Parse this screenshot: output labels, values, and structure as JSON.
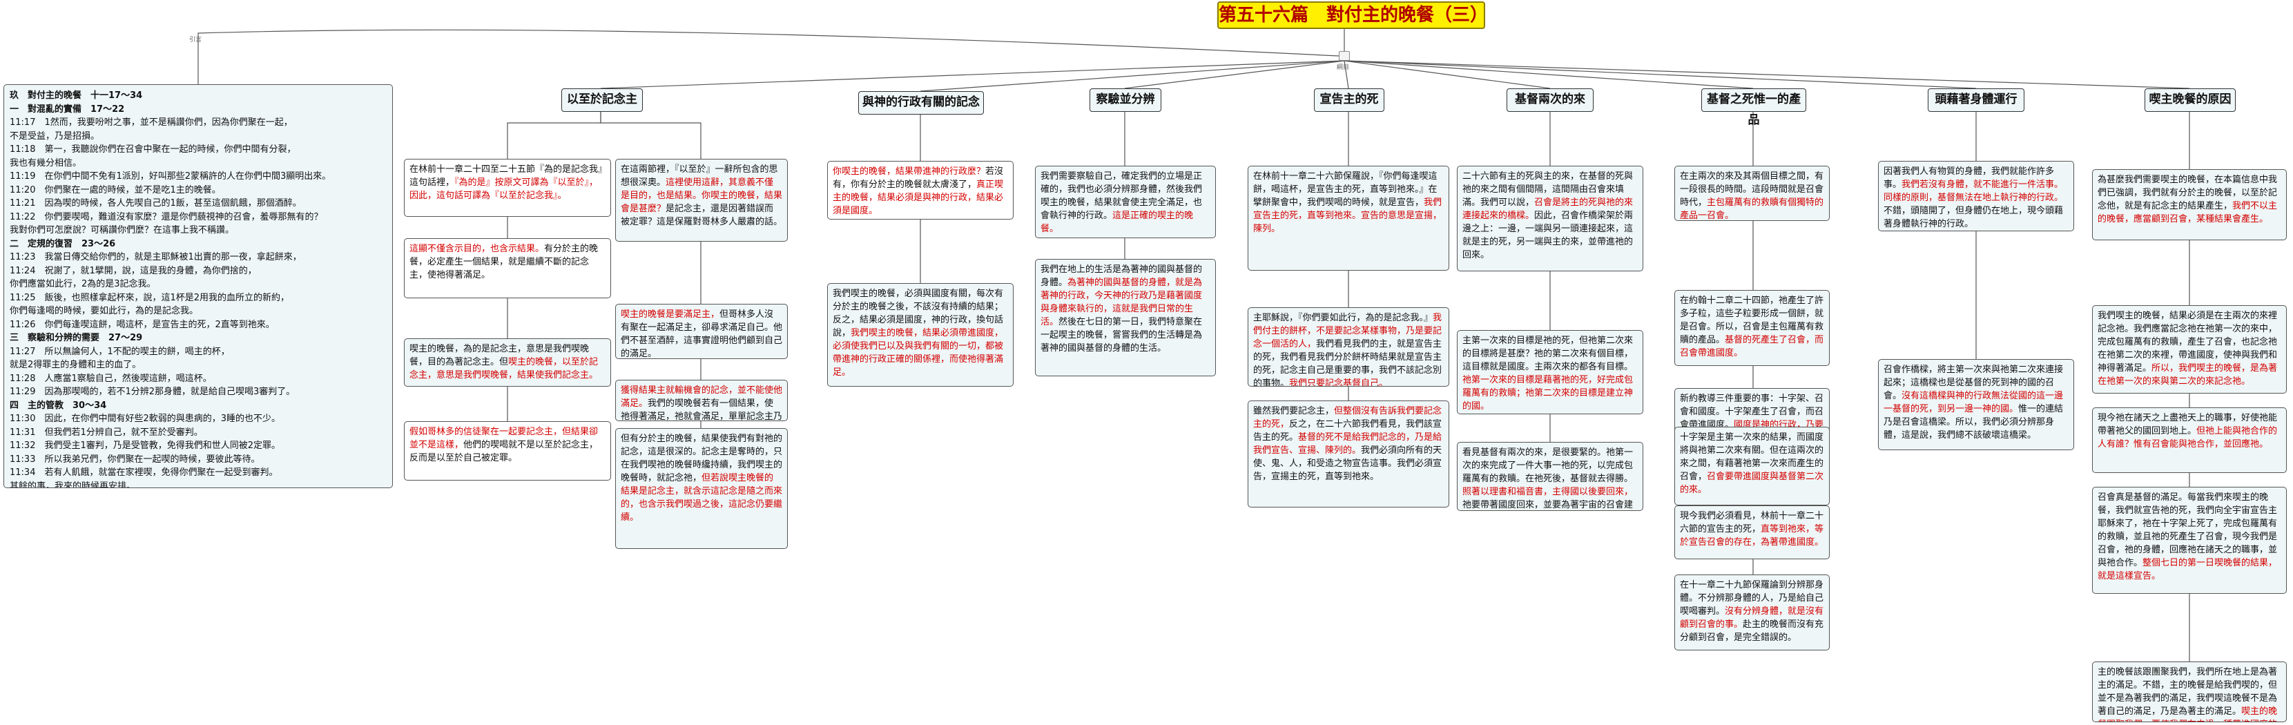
{
  "title": "第五十六篇　對付主的晚餐（三）",
  "hub_label": "綱目",
  "left_label": "引言",
  "outline": [
    {
      "text": "玖　對付主的晚餐　十一17～34",
      "h": true
    },
    {
      "text": "一　對混亂的實備　17～22",
      "h": true
    },
    {
      "text": "11:17　1然而，我要吩咐之事，並不是稱讚你們，因為你們聚在一起，",
      "h": false
    },
    {
      "text": "不是受益，乃是招損。",
      "h": false
    },
    {
      "text": "11:18　第一，我聽說你們在召會中聚在一起的時候，你們中間有分裂，",
      "h": false
    },
    {
      "text": "我也有幾分相信。",
      "h": false
    },
    {
      "text": "11:19　在你們中間不免有1派別，好叫那些2蒙稱許的人在你們中間3顯明出來。",
      "h": false
    },
    {
      "text": "11:20　你們聚在一處的時候，並不是吃1主的晚餐。",
      "h": false
    },
    {
      "text": "11:21　因為喫的時候，各人先喫自己的1飯，甚至這個飢餓，那個酒醉。",
      "h": false
    },
    {
      "text": "11:22　你們要喫喝，難道沒有家麼？還是你們藐視神的召會，羞辱那無有的？",
      "h": false
    },
    {
      "text": "我對你們可怎麼說？可稱讚你們麼？在這事上我不稱讚。",
      "h": false
    },
    {
      "text": "二　定規的復習　23～26",
      "h": true
    },
    {
      "text": "11:23　我當日傳交給你們的，就是主耶穌被1出賣的那一夜，拿起餅來，",
      "h": false
    },
    {
      "text": "11:24　祝謝了，就1擘開，說，這是我的身體，為你們捨的，",
      "h": false
    },
    {
      "text": "你們應當如此行，2為的是3記念我。",
      "h": false
    },
    {
      "text": "11:25　飯後，也照樣拿起杯來，說，這1杯是2用我的血所立的新約，",
      "h": false
    },
    {
      "text": "你們每逢喝的時候，要如此行，為的是記念我。",
      "h": false
    },
    {
      "text": "11:26　你們每逢喫這餅，喝這杯，是宣告主的死，2直等到祂來。",
      "h": false
    },
    {
      "text": "三　察驗和分辨的需要　27～29",
      "h": true
    },
    {
      "text": "11:27　所以無論何人，1不配的喫主的餅，喝主的杯，",
      "h": false
    },
    {
      "text": "就是2得罪主的身體和主的血了。",
      "h": false
    },
    {
      "text": "11:28　人應當1察驗自己，然後喫這餅，喝這杯。",
      "h": false
    },
    {
      "text": "11:29　因為那喫喝的，若不1分辨2那身體，就是給自己喫喝3審判了。",
      "h": false
    },
    {
      "text": "四　主的管教　30～34",
      "h": true
    },
    {
      "text": "11:30　因此，在你們中間有好些2軟弱的與患病的，3睡的也不少。",
      "h": false
    },
    {
      "text": "11:31　但我們若1分辨自己，就不至於受審判。",
      "h": false
    },
    {
      "text": "11:32　我們受主1審判，乃是受管教，免得我們和世人同被2定罪。",
      "h": false
    },
    {
      "text": "11:33　所以我弟兄們，你們聚在一起喫的時候，要彼此等待。",
      "h": false
    },
    {
      "text": "11:34　若有人飢餓，就當在家裡喫，免得你們聚在一起受到審判。",
      "h": false
    },
    {
      "text": "其餘的事，我來的時候再安排。",
      "h": false
    }
  ],
  "topics": [
    {
      "id": "t1",
      "label": "以至於記念主"
    },
    {
      "id": "t2",
      "label": "與神的行政有關的記念"
    },
    {
      "id": "t3",
      "label": "察驗並分辨"
    },
    {
      "id": "t4",
      "label": "宣告主的死"
    },
    {
      "id": "t5",
      "label": "基督兩次的來"
    },
    {
      "id": "t6",
      "label": "基督之死惟一的產品"
    },
    {
      "id": "t7",
      "label": "頭藉著身體運行"
    },
    {
      "id": "t8",
      "label": "喫主晚餐的原因"
    }
  ],
  "boxes": {
    "t1a": [
      {
        "t": "在林前十一章二十四至二十五節『為的是記念我』這句話裡，",
        "r": false
      },
      {
        "t": "『為的是』按原文可譯為『以至於』，因此，這句話可譯為『以至於記念我』。",
        "r": true
      }
    ],
    "t1b": [
      {
        "t": "這顯不僅含示目的，也含示結果。",
        "r": true
      },
      {
        "t": "有分於主的晚餐，必定產生一個結果，就是繼續不斷的記念主，使祂得著滿足。",
        "r": false
      }
    ],
    "t1c": [
      {
        "t": "喫主的晚餐，為的是記念主，意思是我們喫晚餐，目的為著記念主。但",
        "r": false
      },
      {
        "t": "喫主的晚餐，以至於記念主，意思是我們喫晚餐，結果使我們記念主。",
        "r": true
      }
    ],
    "t1d": [
      {
        "t": "假如哥林多的信徒聚在一起要記念主，但結果卻並不是這樣，",
        "r": true
      },
      {
        "t": "他們的喫喝就不是以至於記念主，反而是以至於自己被定罪。",
        "r": false
      }
    ],
    "t1e": [
      {
        "t": "在這兩節裡，『以至於』一辭所包含的思想很深奧。",
        "r": false
      },
      {
        "t": "這裡使用這辭，其意義不僅是目的，也是結果。你喫主的晚餐，結果會是甚麼？",
        "r": true
      },
      {
        "t": "是記念主，還是因著錯誤而被定罪？這是保羅對哥林多人嚴肅的話。",
        "r": false
      }
    ],
    "t1f": [
      {
        "t": "喫主的晚餐是要滿足主，",
        "r": true
      },
      {
        "t": "但哥林多人沒有聚在一起滿足主，卻尋求滿足自己。他們不甚至酒醉，這事實證明他們顧到自己的滿足。",
        "r": false
      }
    ],
    "t1g": [
      {
        "t": "獲得結果主就輸機會的記念，並不能使他滿足。",
        "r": true
      },
      {
        "t": "我們的喫晚餐若有一個結果，使祂得著滿足，祂就會滿足，單單記念主乃是膚淺的。",
        "r": false
      }
    ],
    "t1h": [
      {
        "t": "但有分於主的晚餐，結果使我們有對祂的記念，這是很深的。記念主是奪時的，只在我們喫祂的晚餐時纔持續，我們喫主的晚餐時，就記念祂，",
        "r": false
      },
      {
        "t": "但若說喫主晚餐的結果是記念主，就含示這記念是隨之而來的，也含示我們喫過之後，這記念仍要繼續。",
        "r": true
      }
    ],
    "t2a": [
      {
        "t": "你喫主的晚餐，結果帶進神的行政麼？",
        "r": true
      },
      {
        "t": "若沒有，你有分於主的晚餐就太膚淺了，",
        "r": false
      },
      {
        "t": "真正喫主的晚餐，結果必須是與神的行政，結果必須是國度。",
        "r": true
      }
    ],
    "t2b": [
      {
        "t": "我們喫主的晚餐，必須與國度有關，每次有分於主的晚餐之後，不該沒有持續的結果；反之，結果必須是國度，神的行政，換句話說，",
        "r": false
      },
      {
        "t": "我們喫主的晚餐，結果必須帶進國度，必須使我們已以及與我們有關的一切，都被帶進神的行政正確的關係裡，而使祂得著滿足。",
        "r": true
      }
    ],
    "t3a": [
      {
        "t": "我們需要察驗自己，確定我們的立場是正確的，我們也必須分辨那身體，然後我們喫主的晚餐，結果就會使主完全滿足，也會執行神的行政。",
        "r": false
      },
      {
        "t": "這是正確的喫主的晚餐。",
        "r": true
      }
    ],
    "t3b": [
      {
        "t": "我們在地上的生活是為著神的國與基督的身體。",
        "r": false
      },
      {
        "t": "為著神的國與基督的身體，就是為著神的行政，今天神的行政乃是藉著國度與身體來執行的，這就是我們日常的生活。",
        "r": true
      },
      {
        "t": "然後在七日的第一日，我們特意聚在一起喫主的晚餐，嘗嘗我們的生活轉是為著神的國與基督的身體的生活。",
        "r": false
      }
    ],
    "t4a": [
      {
        "t": "在林前十一章二十六節保羅說，『你們每逢喫這餅，喝這杯，是宣告主的死，直等到祂來。』在擘餅聚會中，我們喫喝的時候，就是宣告，",
        "r": false
      },
      {
        "t": "我們宣告主的死，直等到祂來。宣告的意思是宣揚，陳列。",
        "r": true
      }
    ],
    "t4b": [
      {
        "t": "主耶穌說，『你們要如此行，為的是記念我。』",
        "r": false
      },
      {
        "t": "我們付主的餅杯，不是要記念某樣事物，乃是要記念一個活的人，",
        "r": true
      },
      {
        "t": "我們看見我們的主，就是宣告主的死，我們看見我們分於餅杯時結果就是宣告主的死，記念主自己是重要的事，我們不該記念別的事物。",
        "r": false
      },
      {
        "t": "我們只要記念基督自己。",
        "r": true
      }
    ],
    "t4c": [
      {
        "t": "雖然我們要記念主，",
        "r": false
      },
      {
        "t": "但整個沒有告訴我們要記念主的死，",
        "r": true
      },
      {
        "t": "反之，在二十六節我們看見，我們該宣告主的死。",
        "r": false
      },
      {
        "t": "基督的死不是給我們記念的，乃是給我們宣告、宣揚、陳列的。",
        "r": true
      },
      {
        "t": "我們必須向所有的天使、鬼、人，和受造之物宣告這事。我們必須宣告，宣揚主的死，直等到祂來。",
        "r": false
      }
    ],
    "t5a": [
      {
        "t": "二十六節有主的死與主的來，在基督的死與祂的來之間有個間隔，這間隔由召會來填滿。我們可以說，",
        "r": false
      },
      {
        "t": "召會是將主的死與祂的來連接起來的橋樑。",
        "r": true
      },
      {
        "t": "因此，召會作橋梁架於兩邊之上：一邊，一端與另一頭連接起來，這就是主的死，另一端與主的來，並帶進祂的回來。",
        "r": false
      }
    ],
    "t5b": [
      {
        "t": "主第一次來的目標是祂的死，但祂第二次來的目標將是甚麼？祂的第二次來有個目標，這目標就是國度。主兩次來的都各有目標。",
        "r": false
      },
      {
        "t": "祂第一次來的目標是藉著祂的死，好完成包羅萬有的救贖；祂第二次來的目標是建立神的國。",
        "r": true
      }
    ],
    "t5c": [
      {
        "t": "看見基督有兩次的來，是很要緊的。祂第一次的來完成了一件大事一祂的死，以完成包羅萬有的救贖。在祂死後，基督就去得勝。",
        "r": false
      },
      {
        "t": "照著以理書和福音書，主得國以後要回來，",
        "r": true
      },
      {
        "t": "祂要帶著國度回來，並要為著宇宙的召會建立這國。",
        "r": false
      }
    ],
    "t6a": [
      {
        "t": "在主兩次的來及其兩個目標之間，有一段很長的時間。這段時間就是召會時代，",
        "r": false
      },
      {
        "t": "主包羅萬有的救贖有個獨特的產品一召會。",
        "r": true
      }
    ],
    "t6b": [
      {
        "t": "在約翰十二章二十四節，祂產生了許多子粒，這些子粒要形成一個餅，就是召會。所以，召會是主包羅萬有救贖的產品。",
        "r": false
      },
      {
        "t": "基督的死產生了召會，而召會帶進國度。",
        "r": true
      }
    ],
    "t6c": [
      {
        "t": "新約教導三件重要的事：十字架、召會和國度。十字架產生了召會，而召會帶進國度。",
        "r": false
      },
      {
        "t": "國度是神的行政，乃要藉著召會被帶到地上來。",
        "r": true
      }
    ],
    "t6d": [
      {
        "t": "十字架是主第一次來的結果，而國度將與祂第二次來有關。但在這兩次的來之間，有藉著祂第一次來而產生的召會，",
        "r": false
      },
      {
        "t": "召會要帶進國度與基督第二次的來。",
        "r": true
      }
    ],
    "t6e": [
      {
        "t": "現今我們必須看見，林前十一章二十六節的宣告主的死，",
        "r": false
      },
      {
        "t": "直等到祂來，等於宣告召會的存在，為著帶進國度。",
        "r": true
      }
    ],
    "t6f": [
      {
        "t": "在十一章二十九節保羅論到分辨那身體。不分辨那身體的人，乃是給自己喫喝審判。",
        "r": false
      },
      {
        "t": "沒有分辨身體，就是沒有顧到召會的事。",
        "r": true
      },
      {
        "t": "赴主的晚餐而沒有充分顧到召會，是完全錯誤的。",
        "r": false
      }
    ],
    "t7a": [
      {
        "t": "因著我們人有物質的身體，我們就能作許多事。",
        "r": false
      },
      {
        "t": "我們若沒有身體，就不能進行一件活事。同樣的原則，基督無法在地上執行神的行政。",
        "r": true
      },
      {
        "t": "不錯，頭隨開了，但身體仍在地上，現今頭藉著身體執行神的行政。",
        "r": false
      }
    ],
    "t7b": [
      {
        "t": "召會作橋樑，將主第一次來與祂第二次來連接起來；這橋樑也是從基督的死到神的國的召會。",
        "r": false
      },
      {
        "t": "沒有這橋樑與神的行政無法從國的這一邊一基督的死，到另一邊一神的國。",
        "r": true
      },
      {
        "t": "惟一的連結乃是召會這橋梁。所以，我們必須分辨那身體，這是說，我們總不該破壞這橋梁。",
        "r": false
      }
    ],
    "t8a": [
      {
        "t": "為甚麼我們需要喫主的晚餐，在本篇信息中我們已強調，我們就有分於主的晚餐，以至於記念他，就是有記念主的結果產生，",
        "r": false
      },
      {
        "t": "我們不以主的晚餐，應當顧到召會，某種結果會產生。",
        "r": true
      }
    ],
    "t8b": [
      {
        "t": "我們喫主的晚餐，結果必須是在主兩次的來裡記念祂。我們應當記念祂在祂第一次的來中，完成包羅萬有的救贖，產生了召會，也記念祂在祂第二次的來裡，帶進國度，使神與我們和神得著滿足。",
        "r": false
      },
      {
        "t": "所以，我們喫主的晚餐，是為著在祂第一次的來與第二次的來記念祂。",
        "r": true
      }
    ],
    "t8c": [
      {
        "t": "現今祂在諸天之上盡祂天上的職事，好使祂能帶著祂父的國回到地上。",
        "r": false
      },
      {
        "t": "但祂上能與祂合作的人有誰？惟有召會能與祂合作，並回應祂。",
        "r": true
      }
    ],
    "t8d": [
      {
        "t": "召會真是基督的滿足。每當我們來喫主的晚餐，我們就宣告祂的死，我們向全宇宙宣告主耶穌來了，祂在十字架上死了，完成包羅萬有的救贖，並且祂的死產生了召會，現今我們是召會，祂的身體，回應祂在諸天之的職事，並與祂合作。",
        "r": false
      },
      {
        "t": "整個七日的第一日喫晚餐的結果，就是這樣宣告。",
        "r": true
      }
    ],
    "t8e": [
      {
        "t": "主的晚餐該跟團聚我們，我們所在地上是為著主的滿足。不錯，主的晚餐是給我們喫的，但並不是為著我們的滿足，我們喫這晚餐不是為著自己的滿足，乃是為著主的滿足。",
        "r": false
      },
      {
        "t": "喫主的晚餐團聚我們，要使我們在中過一種帶進國度的生活，使主耶穌得著滿足。",
        "r": true
      }
    ]
  }
}
